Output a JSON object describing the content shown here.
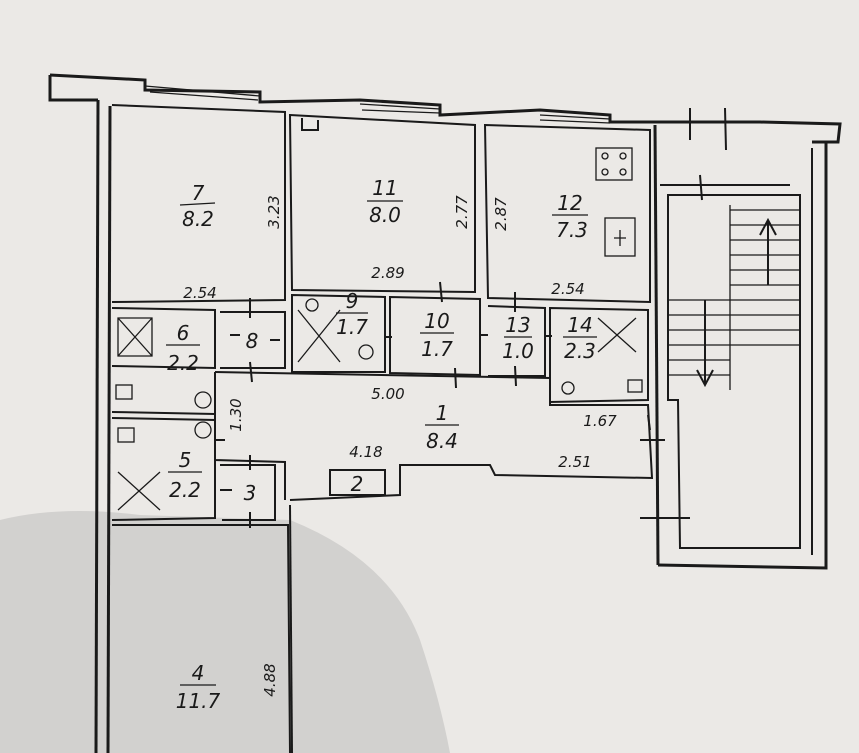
{
  "rooms": [
    {
      "number": "7",
      "area": "8.2"
    },
    {
      "number": "11",
      "area": "8.0"
    },
    {
      "number": "12",
      "area": "7.3"
    },
    {
      "number": "9",
      "area": "1.7"
    },
    {
      "number": "10",
      "area": "1.7"
    },
    {
      "number": "13",
      "area": "1.0"
    },
    {
      "number": "14",
      "area": "2.3"
    },
    {
      "number": "6",
      "area": "2.2"
    },
    {
      "number": "8"
    },
    {
      "number": "1",
      "area": "8.4"
    },
    {
      "number": "5",
      "area": "2.2"
    },
    {
      "number": "3"
    },
    {
      "number": "2"
    },
    {
      "number": "4",
      "area": "11.7"
    }
  ],
  "dimensions": [
    "3.23",
    "2.77",
    "2.87",
    "2.54",
    "2.89",
    "2.54",
    "5.00",
    "1.30",
    "1.67",
    "4.18",
    "2.51",
    "4.88"
  ],
  "colors": {
    "paper": "#ebe9e6",
    "ink": "#1a1a1a",
    "shadow": "#c8c6c4"
  }
}
